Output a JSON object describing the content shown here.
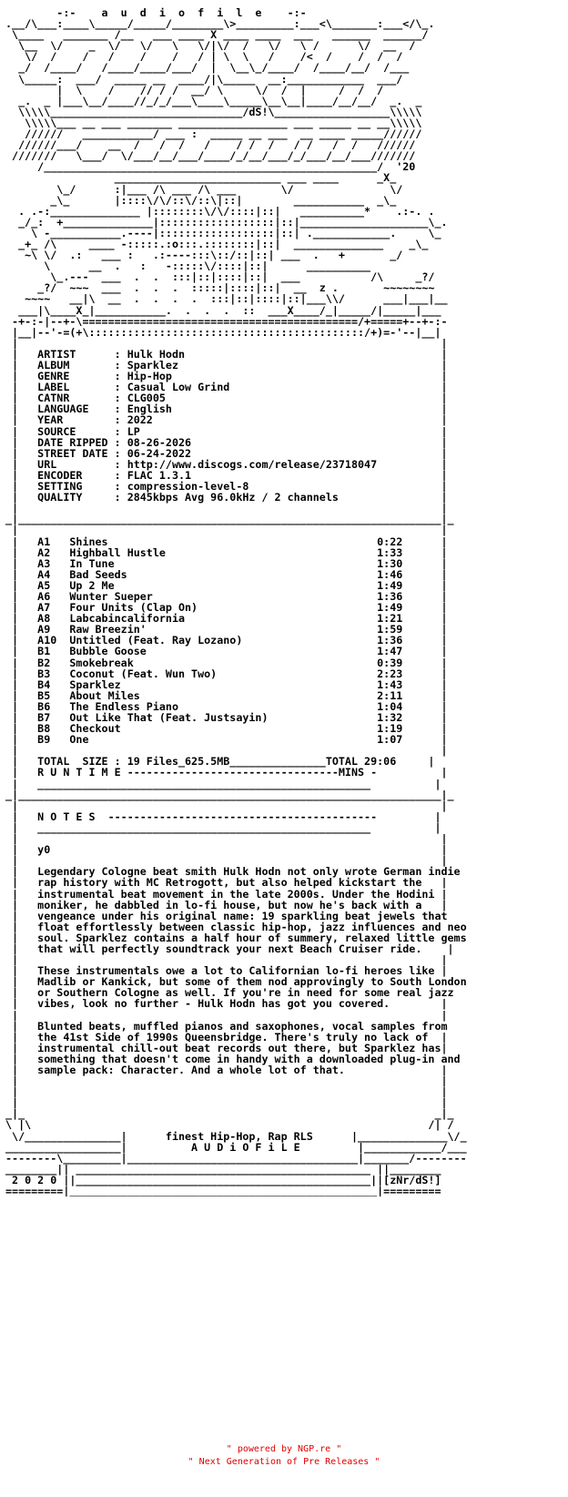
{
  "nfo_text": "        -:-    a  u  d  i  o  f  i  l  e    -:-\n.__/\\___:____\\_____/_____/________\\>_________:___<\\_______:___</\\_.\n \\____   _______ /__   ___ ____ X ____ ____  ___   ______  ______/ \n  \\__  \\/    _  \\/   \\/   \\   \\/|\\/  /   \\/   \\ /      \\/  __  /   \n   \\/  /    /   /    /    /   / | \\  \\   /    /<  /    /  /  /      \n  _/  /____/   /____/____/___/  |  \\__\\_/____/  /____/__/  /___     \n  \\_____:  ___/  _____ __  ____/|\\_____  __:____________  ___/    \n        |  \\    /    // / /  __/ \\     \\/  /  |     /  /  /        \n  _.  _ |___\\__/____//_/_/___\\____\\_____\\__\\__|____/__/__/  _.  _  \n  \\\\\\\\\\______________________________/dS!\\__________________\\\\\\\\\\   \n   \\\\\\\\\\___ __ ___ _______ _________________ ___ _____ __ __\\\\\\\\\\    \n   //////   ___________/ ___ :  _____ __ ___  __ ____ _____//////    \n  //////___/    __  /   /  /   /    / /  /   / /   /  /   //////     \n ///////   \\___/  \\/___/__/___/____/_/__/___/_/___/__/___///////     \n     /____________________________________________________/  '20     \n                 __________________________ ___ ____      _X_        \n        \\_/      :|___ /\\ ___ /\\ ___       \\/               \\/       \n       _\\_       |::::\\/\\/::\\/::\\|::|        ___________  _\\_      \n  . .-:______________ |::::::::\\/\\/::::|::|   __________*    .:-. .   \n  _/_:  +______________|::::::::::::::::::|::|____________________\\_.  \n    \\ -___________.----|::::::::::::::::::|::| .____________.     \\_   \n  _+_ /\\     ____ -:::::.:o:::.::::::::|::|  ______________    _\\_   \n   ~\\ \\/  .:   ___ :   .:----:::\\::/::|::| ___  .   +       _/     \n      \\      __  .   :   -:::::\\/::::|::|      __________           \n       \\_.---  ___  .  .  :::|::|::::|::|  ___           /\\     _?/  \n     _?/  ~~~  ___  .  .  .  :::::|::::|::|  __  z .       ~~~~~~~~  \n   ~~~~   __|\\  __  .  .  .  .  :::|::|::::|::|___\\\\/      ___|___|__  \n  ___|\\____X_|___________.  .  .  .  ::  ___X____/_|_____/|_____|___ \n -+-:-|--+-\\===========================================/+=====+--+-:-\n |__|--'-=(+\\:::::::::::::::::::::::::::::::::::::::::::/+)=-'--|__|\n |                                                                  |\n |   ARTIST      : Hulk Hodn                                        |\n |   ALBUM       : Sparklez                                         |\n |   GENRE       : Hip-Hop                                          |\n |   LABEL       : Casual Low Grind                                 |\n |   CATNR       : CLG005                                           |\n |   LANGUAGE    : English                                          |\n |   YEAR        : 2022                                             |\n |   SOURCE      : LP                                               |\n |   DATE RIPPED : 08-26-2026                                       |\n |   STREET DATE : 06-24-2022                                       |\n |   URL         : http://www.discogs.com/release/23718047          |\n |   ENCODER     : FLAC 1.3.1                                       |\n |   SETTING     : compression-level-8                              |\n |   QUALITY     : 2845kbps Avg 96.0kHz / 2 channels                |\n |                                                                  |\n_|__________________________________________________________________|_\n |                                                                  |\n |   A1   Shines                                          0:22      |\n |   A2   Highball Hustle                                 1:33      |\n |   A3   In Tune                                         1:30      |\n |   A4   Bad Seeds                                       1:46      |\n |   A5   Up 2 Me                                         1:49      |\n |   A6   Wunter Sueper                                   1:36      |\n |   A7   Four Units (Clap On)                            1:49      |\n |   A8   Labcabincalifornia                              1:21      |\n |   A9   Raw Breezin'                                    1:59      |\n |   A10  Untitled (Feat. Ray Lozano)                     1:36      |\n |   B1   Bubble Goose                                    1:47      |\n |   B2   Smokebreak                                      0:39      |\n |   B3   Coconut (Feat. Wun Two)                         2:23      |\n |   B4   Sparklez                                        1:43      |\n |   B5   About Miles                                     2:11      |\n |   B6   The Endless Piano                               1:04      |\n |   B7   Out Like That (Feat. Justsayin)                 1:32      |\n |   B8   Checkout                                        1:19      |\n |   B9   One                                             1:07      |\n |                                                                  |\n |   TOTAL  SIZE : 19 Files_625.5MB_______________TOTAL 29:06     |\n |   R U N T I M E ---------------------------------MINS -          |\n |   ____________________________________________________          |\n_|__________________________________________________________________|_\n |                                                                  |\n |   N O T E S  ------------------------------------------         |\n |   ____________________________________________________          |\n |                                                                  |\n |   y0                                                             |\n |                                                                  |\n |   Legendary Cologne beat smith Hulk Hodn not only wrote German indie\n |   rap history with MC Retrogott, but also helped kickstart the   |\n |   instrumental beat movement in the late 2000s. Under the Hodini |\n |   moniker, he dabbled in lo-fi house, but now he's back with a   |\n |   vengeance under his original name: 19 sparkling beat jewels that\n |   float effortlessly between classic hip-hop, jazz influences and neo\n |   soul. Sparklez contains a half hour of summery, relaxed little gems\n |   that will perfectly soundtrack your next Beach Cruiser ride.    |\n |                                                                  |\n |   These instrumentals owe a lot to Californian lo-fi heroes like |\n |   Madlib or Kankick, but some of them nod approvingly to South London\n |   or Southern Cologne as well. If you're in need for some real jazz\n |   vibes, look no further - Hulk Hodn has got you covered.        |\n |                                                                  |\n |   Blunted beats, muffled pianos and saxophones, vocal samples from\n |   the 41st Side of 1990s Queensbridge. There's truly no lack of  |\n |   instrumental chill-out beat records out there, but Sparklez has|\n |   something that doesn't come in handy with a downloaded plug-in and\n |   sample pack: Character. And a whole lot of that.               |\n |                                                                  |\n |                                                                  |\n |                                                                  |\n_|_                                                                _|_\n\\ |\\                                                              /| /\n \\/_______________|      finest Hip-Hop, Rap RLS      |______________\\/_\n__________________|          A U D i O F i L E         |____________/___\n--------\\_________|____________________________________|_______/--------\n________|| ______________________________________________ ||________\n 2 0 2 0 ||______________________________________________||[zNr/dS!]\n=========|________________________________________________|=========",
  "footer": {
    "line1": "\" powered by NGP.re \"",
    "line2": "\" Next Generation of Pre Releases \""
  },
  "colors": {
    "text": "#000000",
    "background": "#ffffff",
    "footer": "#e00000"
  }
}
